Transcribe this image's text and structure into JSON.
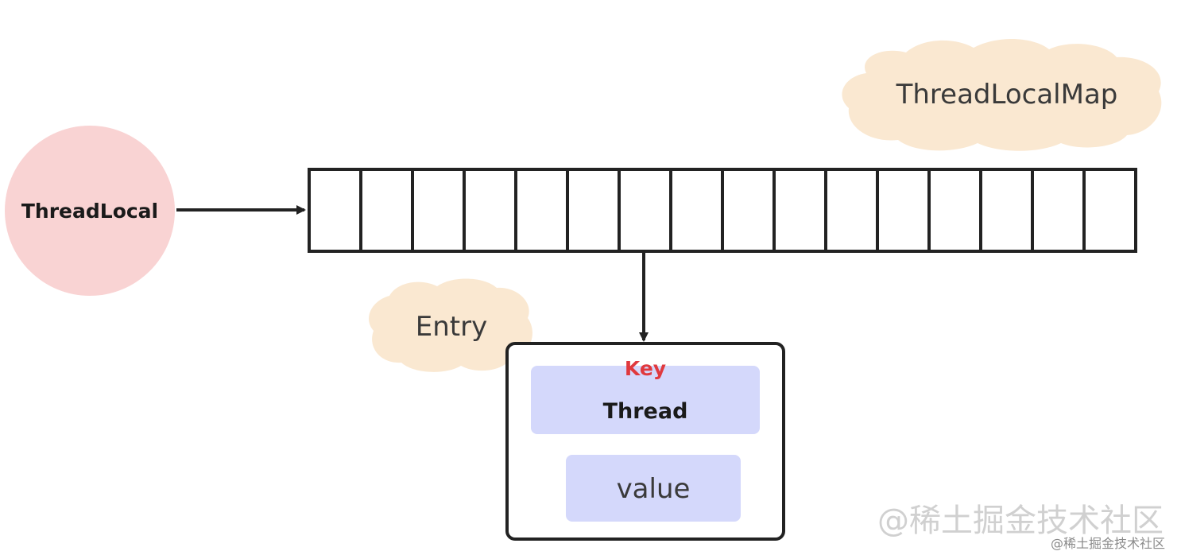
{
  "labels": {
    "thread_local": "ThreadLocal",
    "thread_local_map": "ThreadLocalMap",
    "entry": "Entry",
    "key": "Key",
    "thread": "Thread",
    "value": "value"
  },
  "map_slot_count": 16,
  "colors": {
    "thread_local_fill": "#f9d3d3",
    "cloud_fill": "#fae8d1",
    "entry_item_fill": "#d4d8fb",
    "key_text": "#e0393e",
    "stroke": "#222222",
    "watermark": "#cfcfcf"
  },
  "watermark": {
    "main": "@稀土掘金技术社区",
    "overlay": "@稀土掘金技术社区"
  }
}
